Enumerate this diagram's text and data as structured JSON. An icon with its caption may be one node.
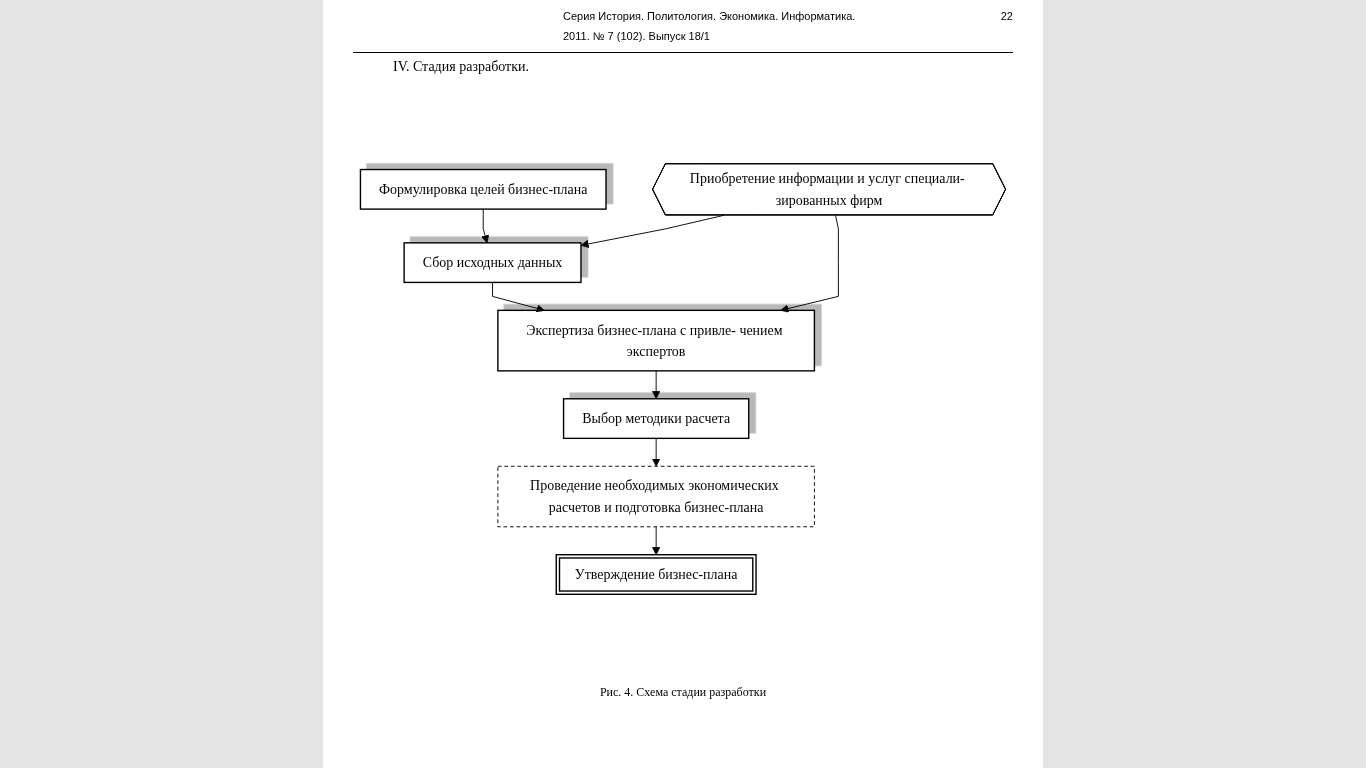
{
  "diagram": {
    "title": "IV. Стадия разработки.",
    "caption": "Рис. 4. Схема стадии разработки",
    "nodes": [
      {
        "text": [
          "Приобретение информации и услуг специали- зированных фирм"
        ]
      },
      {
        "text": [
          "Формулировка целей бизнес-плана"
        ]
      },
      {
        "text": [
          "Сбор исходных данных"
        ]
      },
      {
        "text": [
          "Экспертиза бизнес-плана с привле- чением экспертов"
        ]
      },
      {
        "text": [
          "Выбор методики расчета"
        ]
      },
      {
        "text": [
          "Проведение необходимых экономических расчетов и подготовка бизнес-плана"
        ]
      },
      {
        "text": [
          "Утверждение бизнес-плана"
        ]
      }
    ],
    "edges": [
      {
        "from": 1,
        "to": 2,
        "arrow": "to"
      },
      {
        "from": 0,
        "to": 2,
        "arrow": "to"
      },
      {
        "from": 0,
        "to": 3,
        "arrow": "to"
      },
      {
        "from": 2,
        "to": 3,
        "arrow": "to"
      },
      {
        "from": 3,
        "to": 4,
        "arrow": "to"
      },
      {
        "from": 4,
        "to": 5,
        "arrow": "to"
      },
      {
        "from": 5,
        "to": 6,
        "arrow": "to"
      }
    ],
    "labels": [
      "Серия История. Политология. Экономика. Информатика.",
      "2011. № 7 (102). Выпуск 18/1",
      "22"
    ]
  }
}
